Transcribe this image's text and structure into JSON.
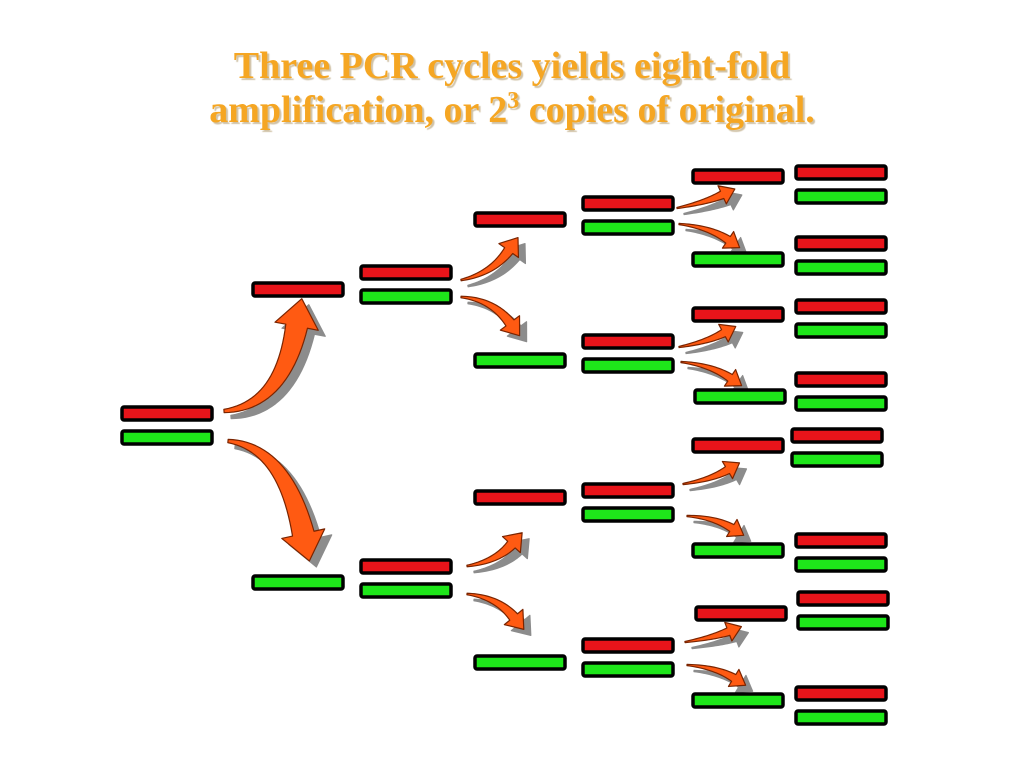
{
  "title": {
    "line1": "Three PCR cycles yields eight-fold",
    "line2_before": "amplification, or 2",
    "line2_sup": "3",
    "line2_after": "  copies of original."
  },
  "colors": {
    "title": "#f5a623",
    "red_strand": "#e8141a",
    "green_strand": "#1ee61a",
    "arrow": "#ff5a12",
    "arrow_shadow": "#8c8c8c"
  }
}
